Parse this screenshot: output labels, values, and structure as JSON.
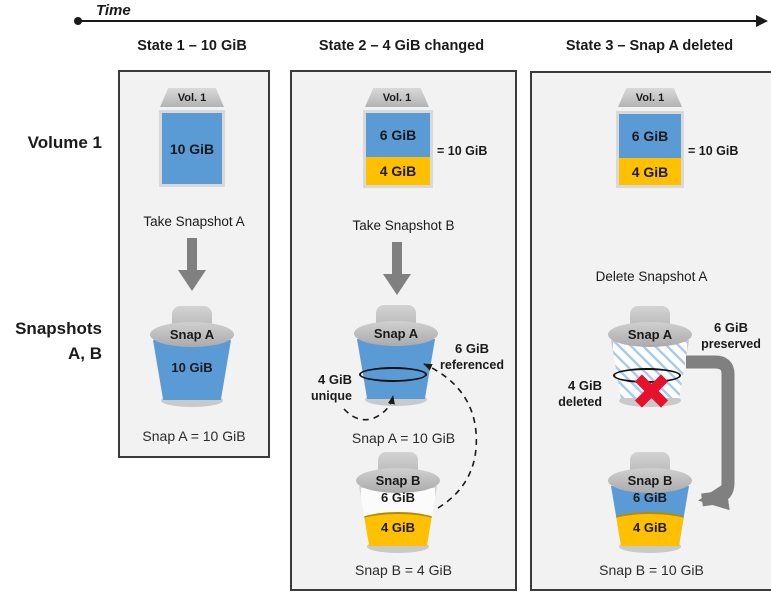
{
  "timeline": {
    "label": "Time"
  },
  "row_labels": {
    "volume": "Volume 1",
    "snapshots_line1": "Snapshots",
    "snapshots_line2": "A, B"
  },
  "colors": {
    "volume_blue": "#5B9BD5",
    "changed_orange": "#FFC000",
    "arrow_gray": "#808080",
    "panel_bg": "#F2F2F2",
    "delete_red": "#E8112D",
    "hatch_blue": "#A8CCEA"
  },
  "states": [
    {
      "header": "State 1 – 10 GiB",
      "volume": {
        "label": "Vol. 1",
        "full_label": "10 GiB"
      },
      "action": "Take Snapshot A",
      "snap_a": {
        "name": "Snap A",
        "size_label": "10 GiB",
        "caption": "Snap A = 10 GiB"
      }
    },
    {
      "header": "State 2 – 4 GiB changed",
      "volume": {
        "label": "Vol. 1",
        "top_label": "6 GiB",
        "bottom_label": "4 GiB",
        "total_label": "= 10 GiB"
      },
      "action": "Take Snapshot B",
      "snap_a": {
        "name": "Snap A",
        "caption": "Snap A = 10 GiB"
      },
      "annotations": {
        "left_line1": "4 GiB",
        "left_line2": "unique",
        "right_line1": "6 GiB",
        "right_line2": "referenced"
      },
      "snap_b": {
        "name": "Snap B",
        "top_label": "6 GiB",
        "bottom_label": "4 GiB",
        "caption": "Snap B = 4 GiB"
      }
    },
    {
      "header": "State 3 – Snap A deleted",
      "volume": {
        "label": "Vol. 1",
        "top_label": "6 GiB",
        "bottom_label": "4 GiB",
        "total_label": "= 10 GiB"
      },
      "action": "Delete Snapshot A",
      "snap_a": {
        "name": "Snap A"
      },
      "annotations": {
        "left_line1": "4 GiB",
        "left_line2": "deleted",
        "right_line1": "6 GiB",
        "right_line2": "preserved"
      },
      "snap_b": {
        "name": "Snap B",
        "top_label": "6 GiB",
        "bottom_label": "4 GiB",
        "caption": "Snap B = 10 GiB"
      }
    }
  ]
}
